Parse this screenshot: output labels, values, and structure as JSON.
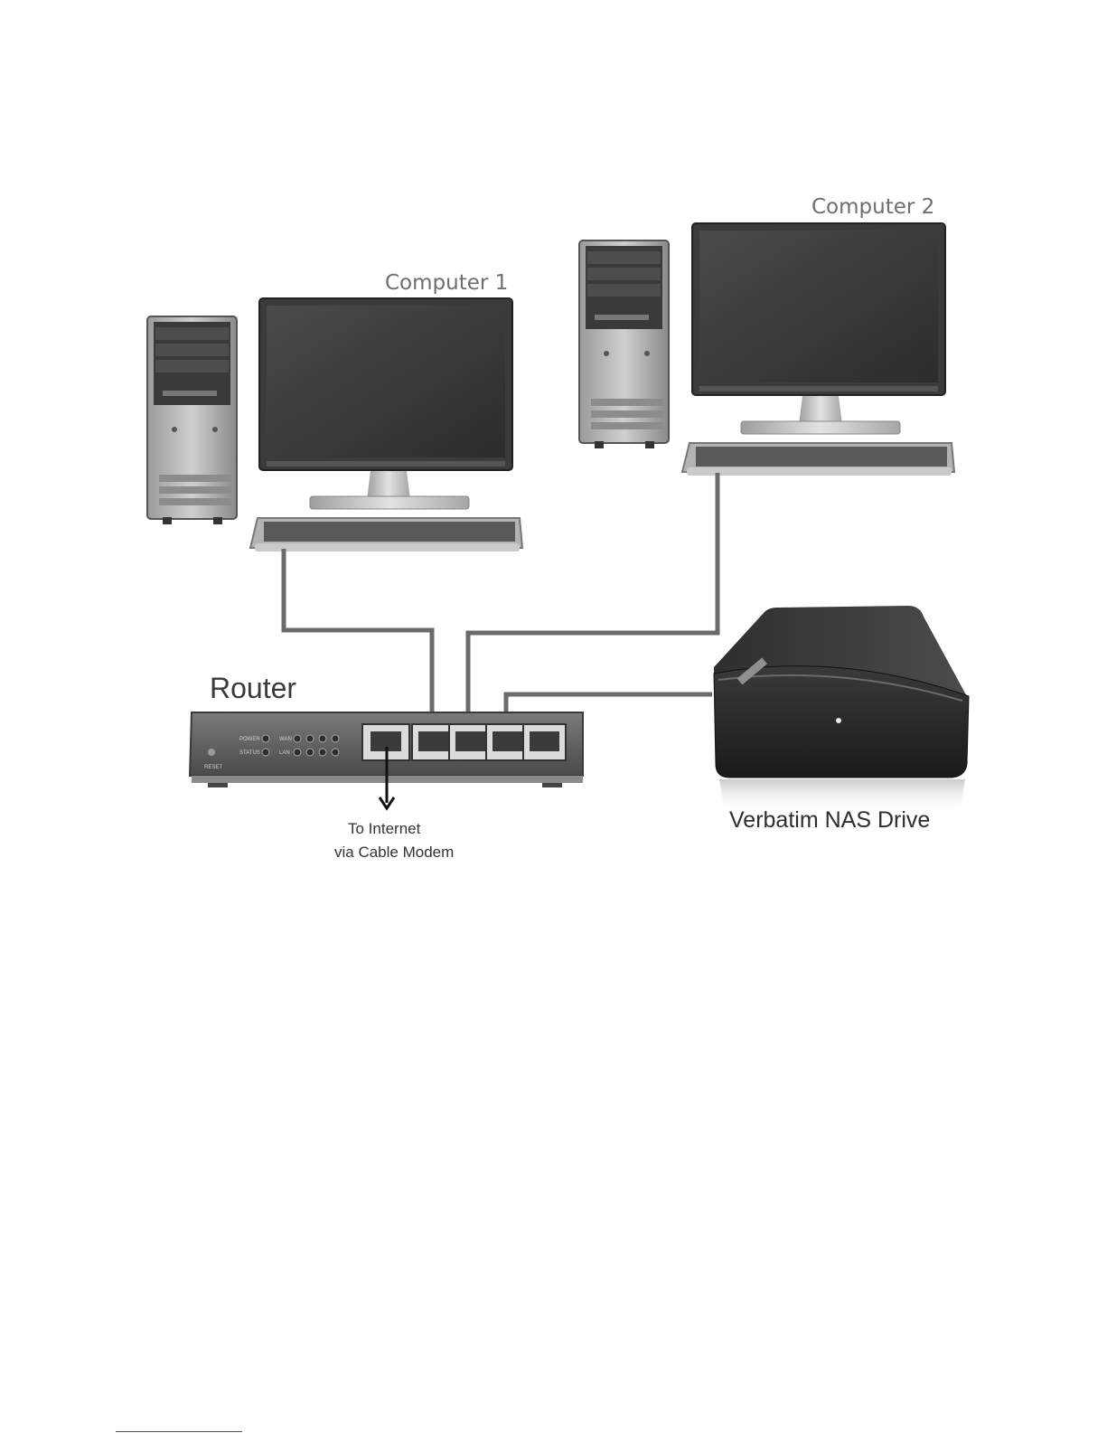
{
  "labels": {
    "computer1": "Computer 1",
    "computer2": "Computer 2",
    "router": "Router",
    "nas": "Verbatim NAS Drive",
    "internet_line1": "To Internet",
    "internet_line2": "via Cable Modem"
  },
  "router_panel": {
    "power": "POWER",
    "status": "STATUS",
    "wan": "WAN",
    "lan": "LAN",
    "reset": "RESET"
  },
  "colors": {
    "cable": "#6b6b6b",
    "device_dark": "#2b2b2b",
    "device_gray": "#bdbdbd",
    "router_body": "#5a5a5a",
    "nas_body": "#262626"
  }
}
